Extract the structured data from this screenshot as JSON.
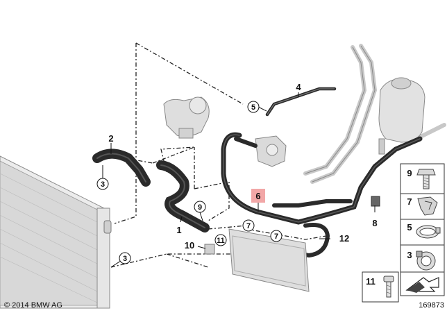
{
  "copyright": "© 2014 BMW AG",
  "image_number": "169873",
  "highlight_color": "#f2a7a7",
  "callouts": {
    "p1": "1",
    "p2": "2",
    "p4": "4",
    "p6": "6",
    "p8": "8",
    "p10": "10",
    "p12": "12",
    "c5": "5",
    "c3a": "3",
    "c3b": "3",
    "c9": "9",
    "c7a": "7",
    "c7b": "7",
    "c11": "11"
  },
  "legend": {
    "items": [
      "9",
      "7",
      "5",
      "3"
    ],
    "bottom_item": "11"
  }
}
